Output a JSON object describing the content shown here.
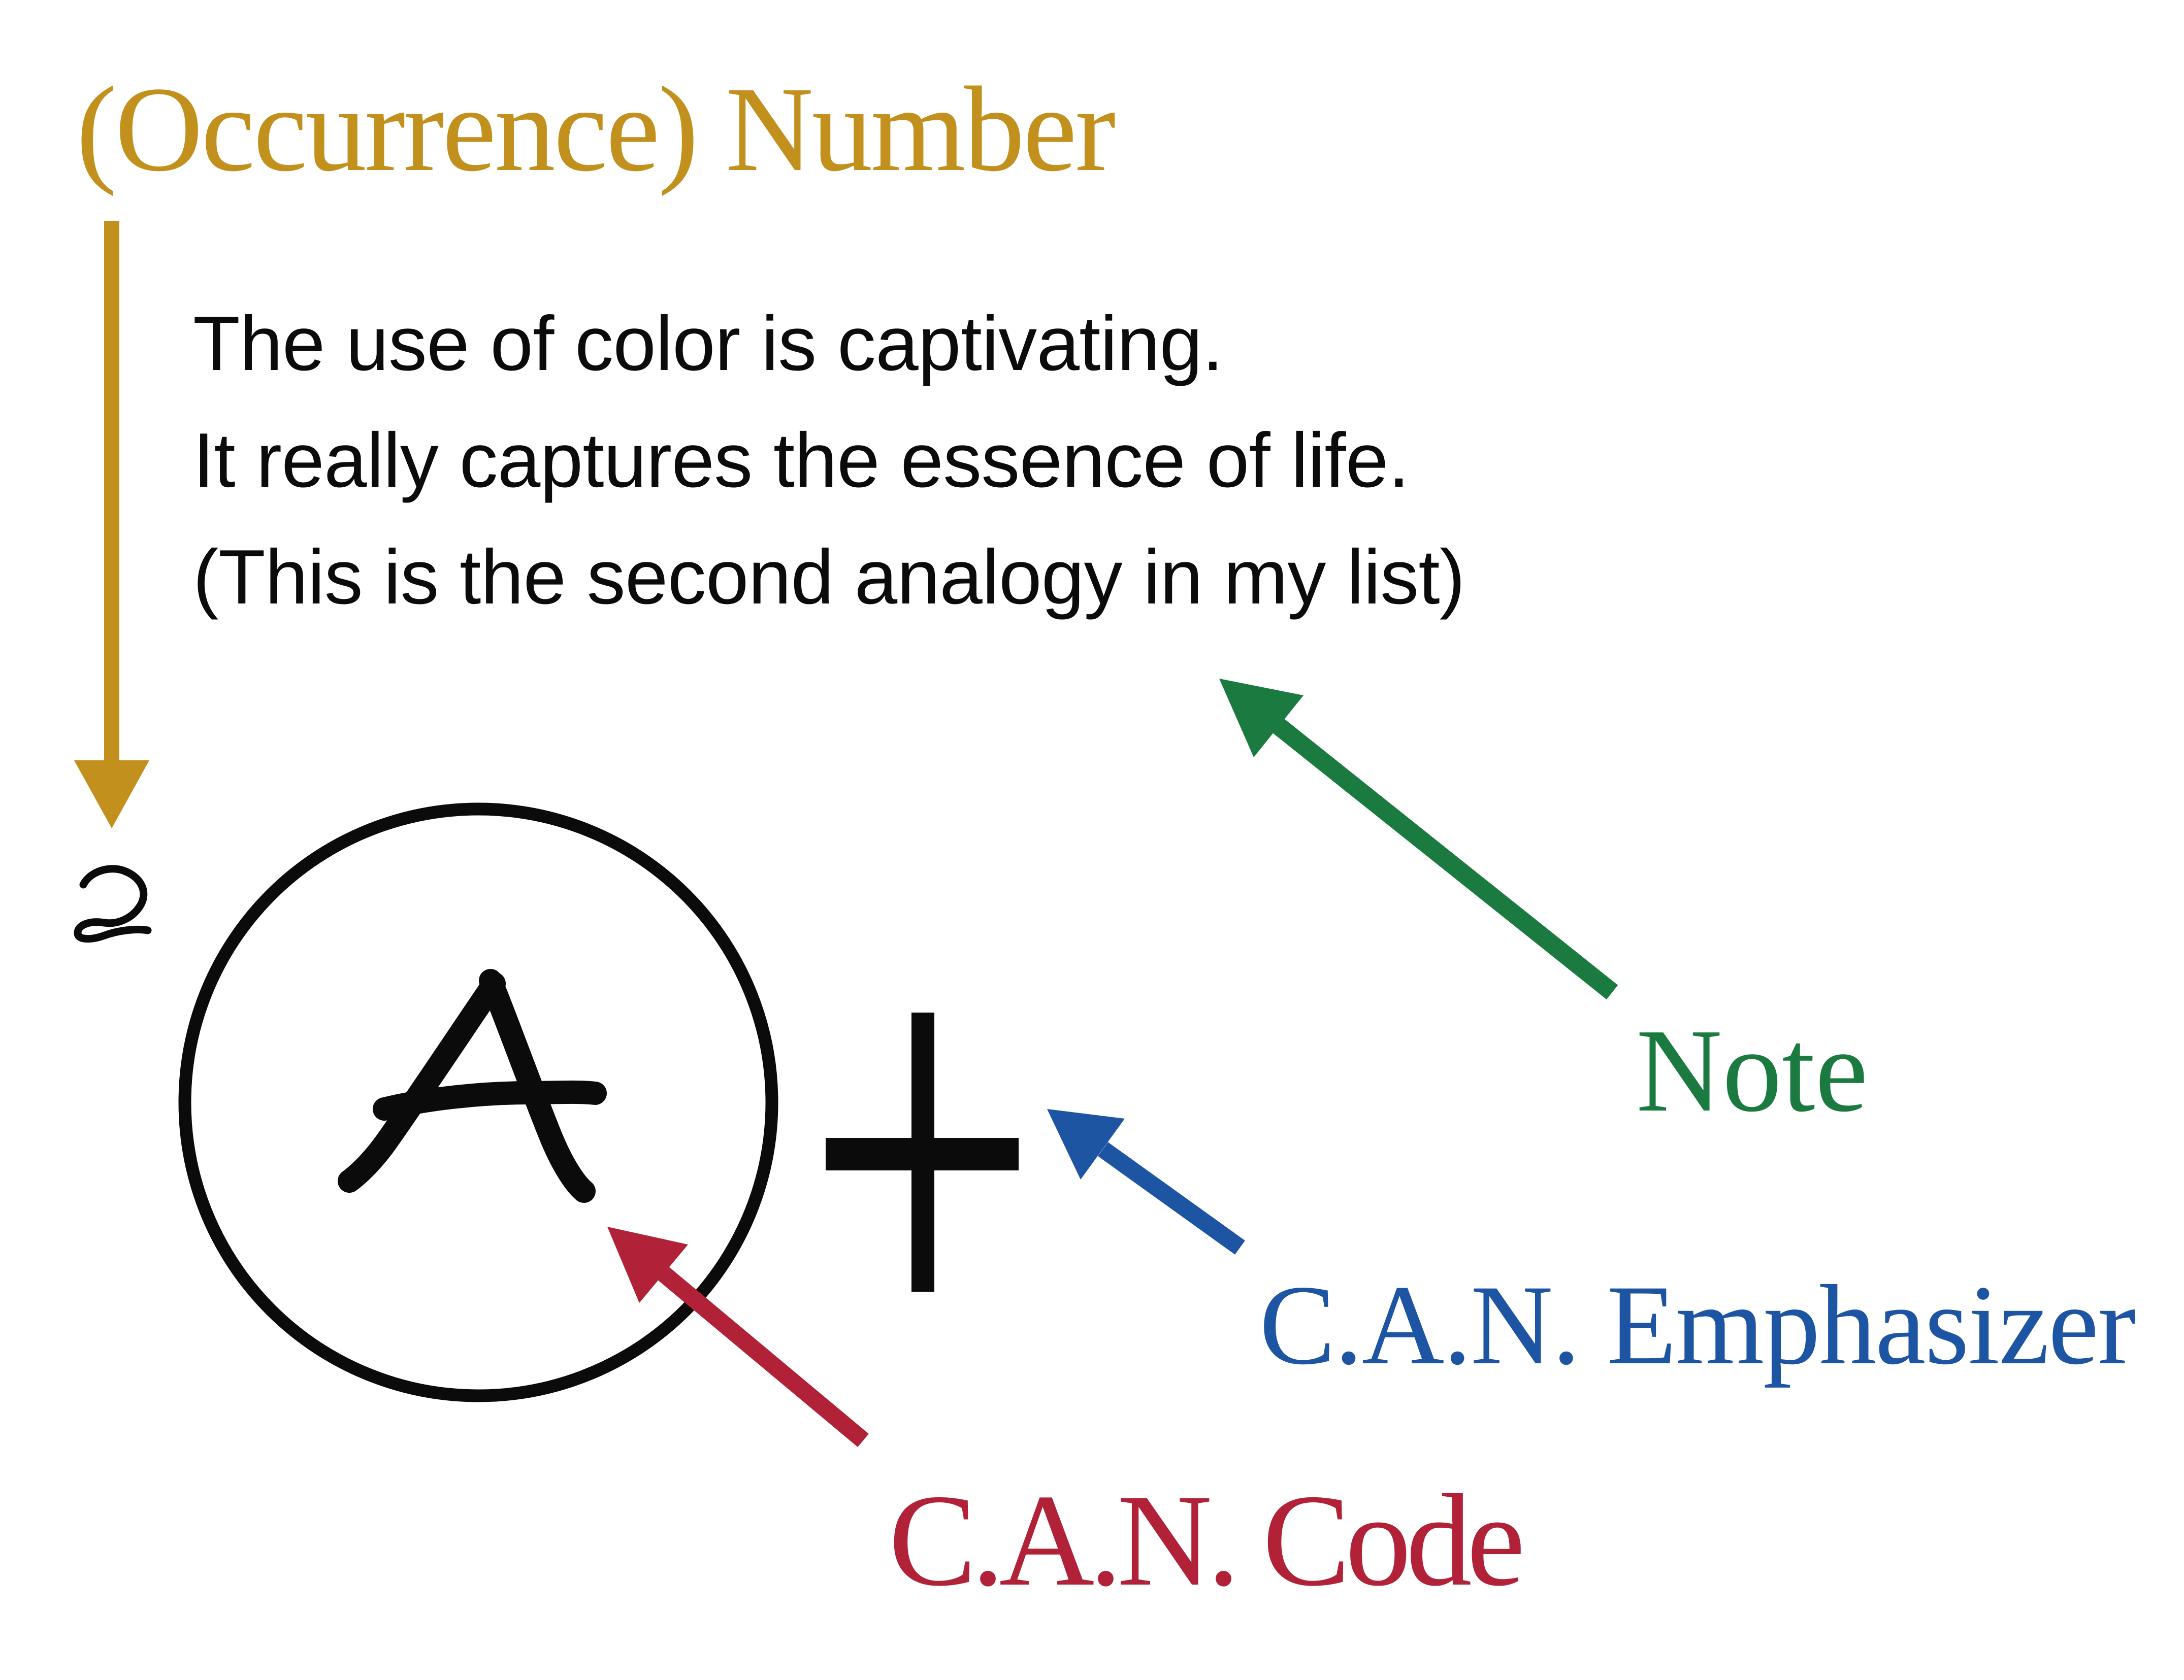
{
  "title": {
    "text": "(Occurrence) Number",
    "color": "#C2901C"
  },
  "note_text": {
    "lines": [
      "The use of color is captivating.",
      "It really captures the essence of life.",
      "(This is the second analogy in my list)"
    ],
    "color": "#0b0b0b"
  },
  "symbols": {
    "occurrence_number": "2",
    "code_letter": "A",
    "emphasizer_sign": "+"
  },
  "labels": {
    "note": {
      "text": "Note",
      "color": "#1B7A40"
    },
    "emphasizer": {
      "text": "C.A.N. Emphasizer",
      "color": "#1E55A3"
    },
    "code": {
      "text": "C.A.N. Code",
      "color": "#B12138"
    }
  },
  "colors": {
    "occurrence_gold": "#C2901C",
    "note_green": "#1B7A40",
    "emphasizer_blue": "#1E55A3",
    "code_red": "#B12138",
    "ink_black": "#0b0b0b",
    "background": "#FFFFFF"
  }
}
